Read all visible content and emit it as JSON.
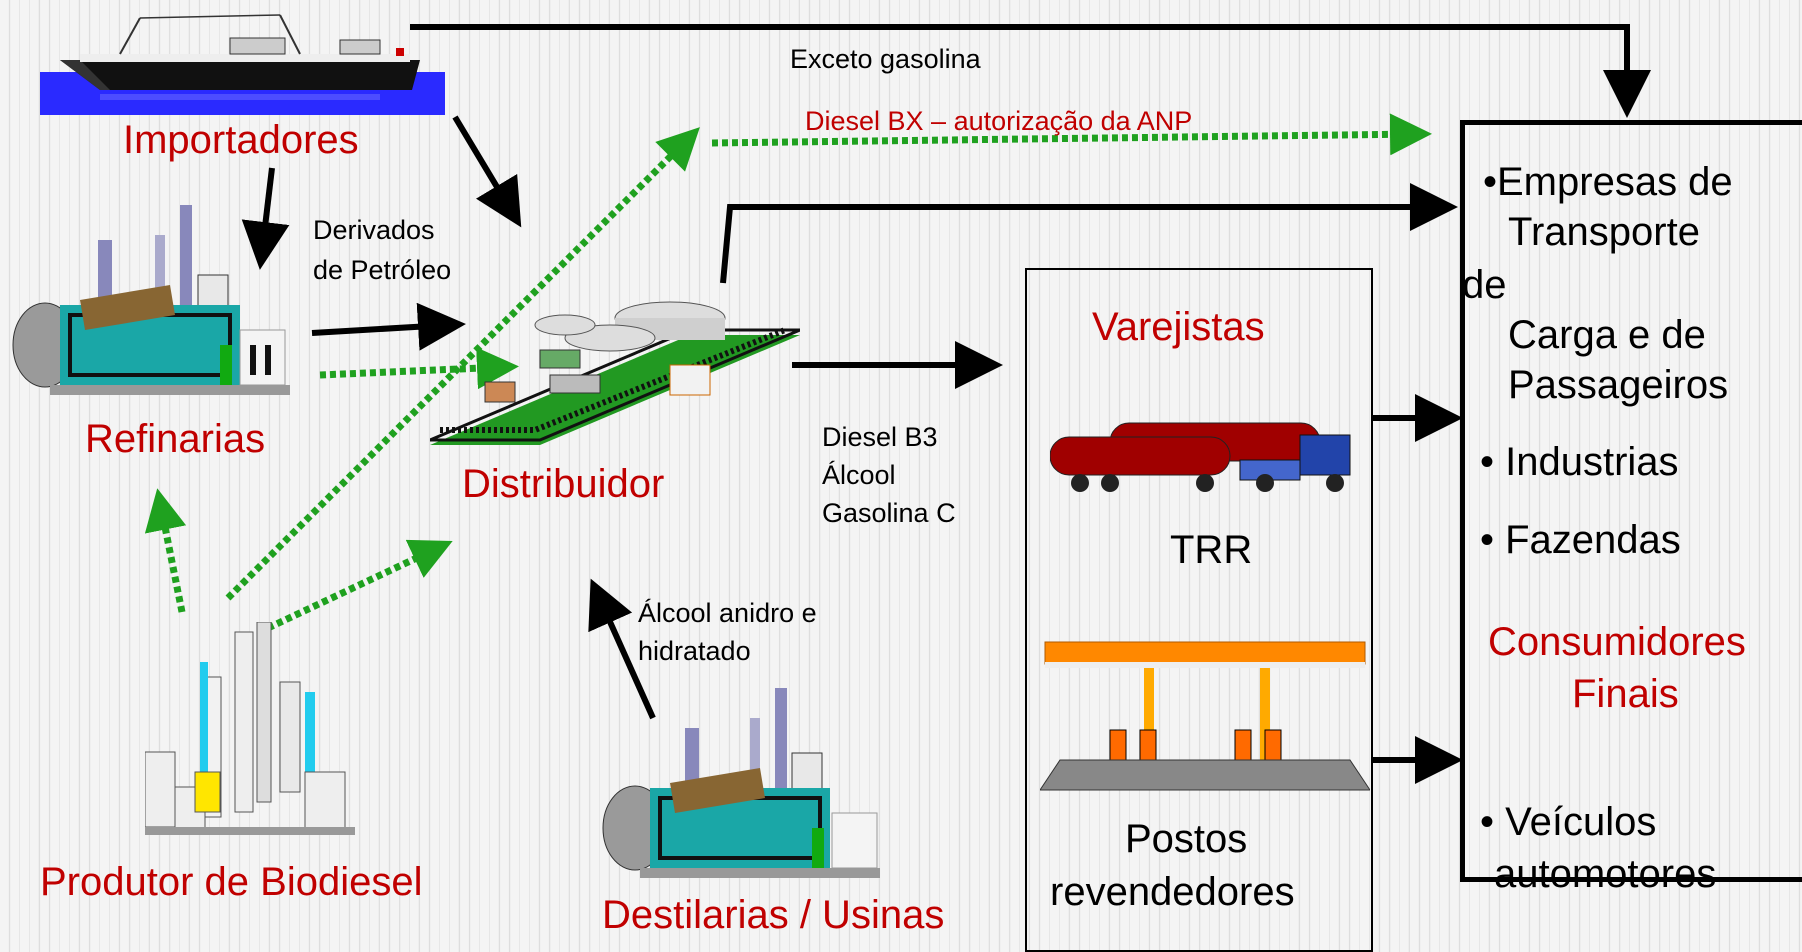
{
  "nodes": {
    "importadores": "Importadores",
    "refinarias": "Refinarias",
    "distribuidor": "Distribuidor",
    "produtor_biodiesel": "Produtor de Biodiesel",
    "destilarias": "Destilarias / Usinas",
    "varejistas": "Varejistas",
    "trr": "TRR",
    "postos_line1": "Postos",
    "postos_line2": "revendedores"
  },
  "edges": {
    "exceto_gasolina": "Exceto gasolina",
    "diesel_bx": "Diesel BX – autorização da ANP",
    "derivados_line1": "Derivados",
    "derivados_line2": "de Petróleo",
    "produtos_line1": "Diesel B3",
    "produtos_line2": "Álcool",
    "produtos_line3": "Gasolina C",
    "alcool_line1": "Álcool anidro e",
    "alcool_line2": "hidratado"
  },
  "consumers": {
    "items_line1": "•Empresas de",
    "items_line2": "Transporte",
    "items_line3": "de",
    "items_line4": "Carga e de",
    "items_line5": "Passageiros",
    "industrias": "• Industrias",
    "fazendas": "• Fazendas",
    "title_line1": "Consumidores",
    "title_line2": "Finais",
    "veiculos_line1": "• Veículos",
    "veiculos_line2": "automotores"
  },
  "colors": {
    "label_red": "#c00000",
    "arrow_black": "#000000",
    "arrow_green": "#1fa11f"
  }
}
